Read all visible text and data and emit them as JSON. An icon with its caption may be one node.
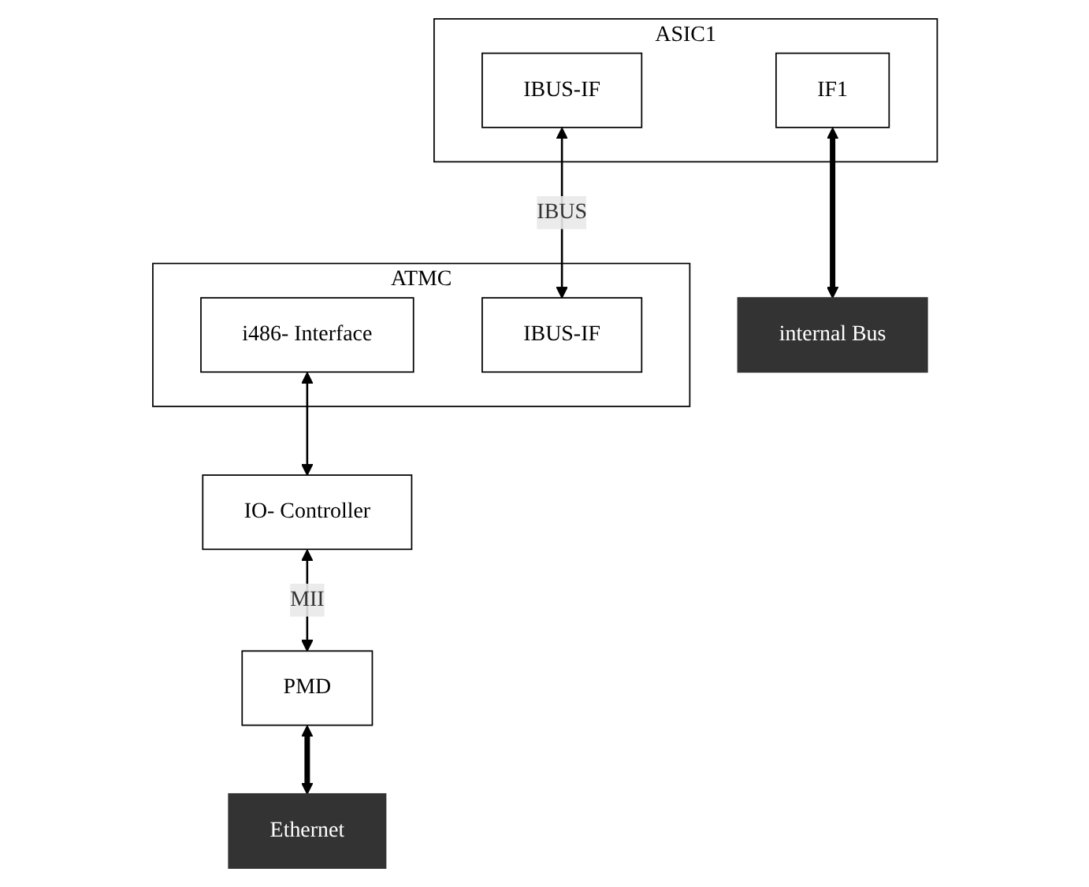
{
  "diagram": {
    "nodes": [
      {
        "text": [
          "ASIC1"
        ]
      },
      {
        "text": [
          "IF1"
        ],
        "in": 0
      },
      {
        "text": [
          "IBUS-IF"
        ],
        "in": 0
      },
      {
        "text": [
          "ATMC"
        ]
      },
      {
        "text": [
          "IBUS-IF"
        ],
        "in": 3
      },
      {
        "text": [
          "i486- Interface"
        ],
        "in": 3
      },
      {
        "text": [
          "internal Bus"
        ]
      },
      {
        "text": [
          "IO- Controller"
        ]
      },
      {
        "text": [
          "PMD"
        ]
      },
      {
        "text": [
          "Ethernet"
        ]
      }
    ],
    "edges": [
      {
        "from": 1,
        "to": 6,
        "arrow": "both",
        "style": "thick"
      },
      {
        "from": 2,
        "to": 4,
        "arrow": "both",
        "label": "IBUS"
      },
      {
        "from": 5,
        "to": 7,
        "arrow": "both"
      },
      {
        "from": 7,
        "to": 8,
        "arrow": "both",
        "label": "MII"
      },
      {
        "from": 8,
        "to": 9,
        "arrow": "both",
        "style": "thick"
      }
    ]
  }
}
